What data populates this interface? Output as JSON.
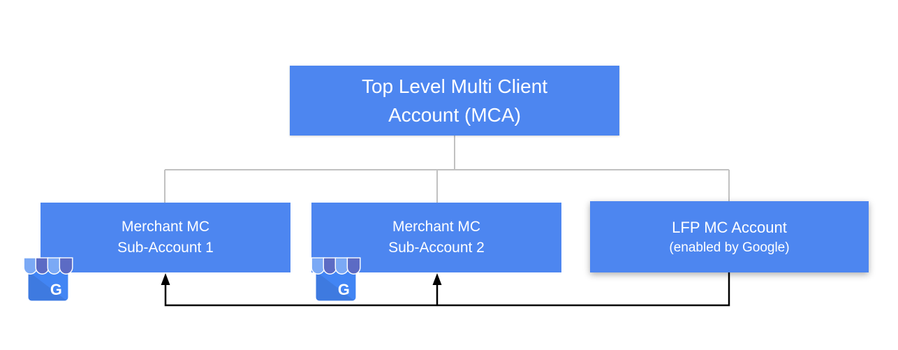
{
  "diagram": {
    "type": "account-hierarchy",
    "root": {
      "line1": "Top Level Multi Client",
      "line2": "Account (MCA)"
    },
    "children": [
      {
        "line1": "Merchant MC",
        "line2": "Sub-Account 1",
        "badge_icon": "google-business-storefront-icon",
        "badge_letter": "G"
      },
      {
        "line1": "Merchant MC",
        "line2": "Sub-Account 2",
        "badge_icon": "google-business-storefront-icon",
        "badge_letter": "G"
      },
      {
        "line1": "LFP MC Account",
        "line2": "(enabled by Google)"
      }
    ],
    "colors": {
      "background": "#ffffff",
      "box_blue": "#4D86F0",
      "connector_gray": "#c1c1c1",
      "arrow_black": "#000000",
      "text_white": "#ffffff",
      "icon_body_blue": "#4285F4",
      "icon_body_shade": "#3E7AE0",
      "icon_awning_light": "#7BA9F5",
      "icon_awning_dark": "#5C6BC4"
    }
  }
}
